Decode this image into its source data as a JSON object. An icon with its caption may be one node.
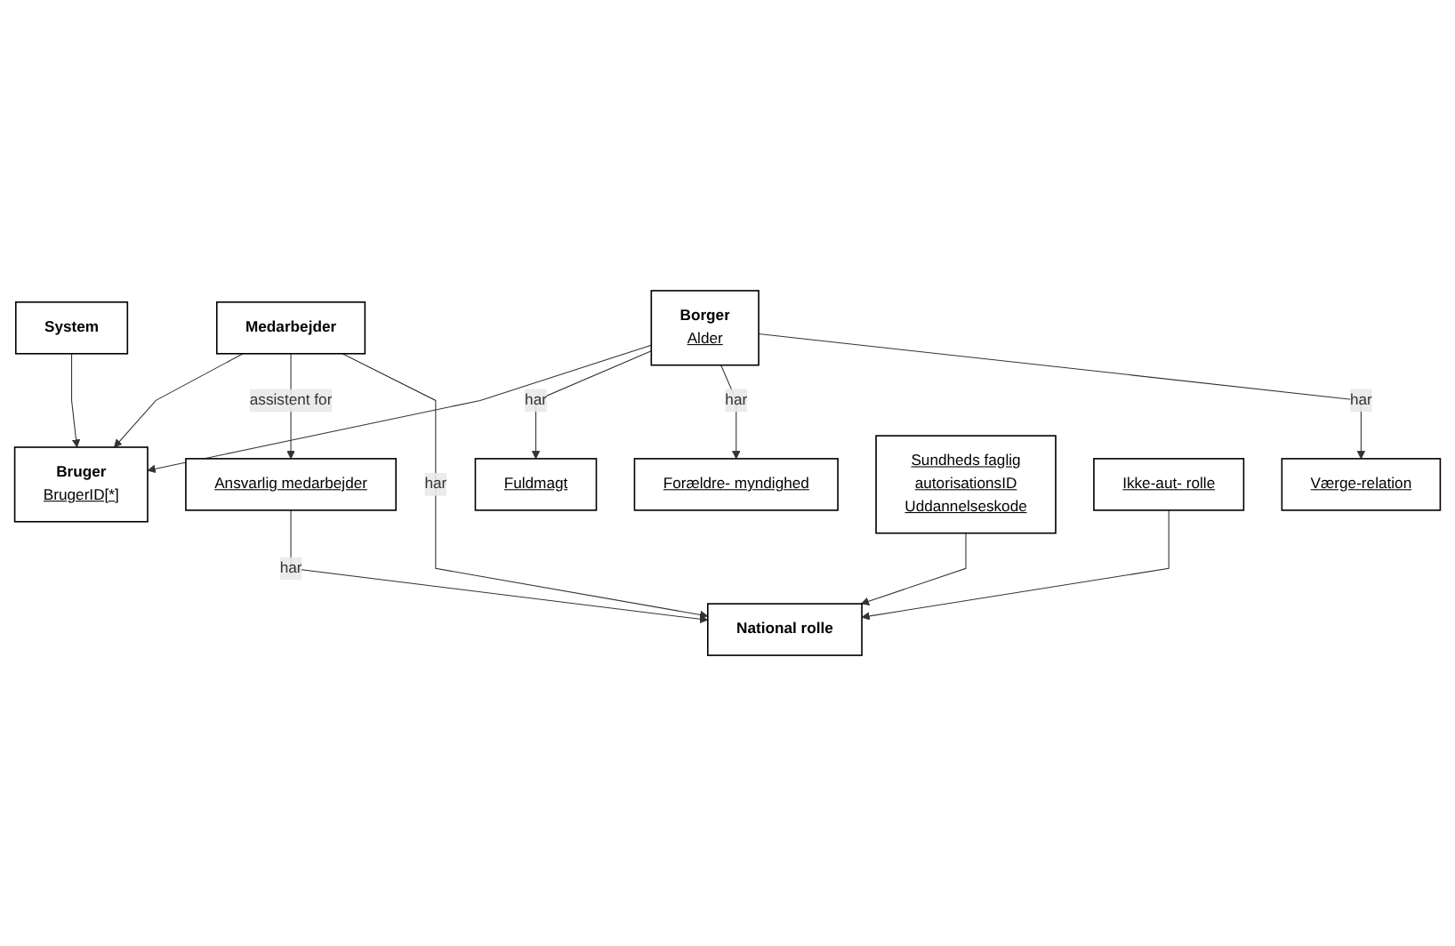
{
  "diagram": {
    "nodes": [
      {
        "text": [
          "Bruger",
          "BrugerID[*]"
        ]
      },
      {
        "text": [
          "Medarbejder"
        ]
      },
      {
        "text": [
          "System"
        ]
      },
      {
        "text": [
          "Borger",
          "Alder"
        ]
      },
      {
        "text": [
          "Ansvarlig medarbejder"
        ]
      },
      {
        "text": [
          "National rolle"
        ]
      },
      {
        "text": [
          "Fuldmagt"
        ]
      },
      {
        "text": [
          "Forældre- myndighed"
        ]
      },
      {
        "text": [
          "Værge-relation"
        ]
      },
      {
        "text": [
          "Sundheds faglig",
          "autorisationsID",
          "Uddannelseskode"
        ]
      },
      {
        "text": [
          "Ikke-aut- rolle"
        ]
      }
    ],
    "edges": [
      {
        "from": 1,
        "to": 0,
        "arrow": "to"
      },
      {
        "from": 2,
        "to": 0,
        "arrow": "to"
      },
      {
        "from": 3,
        "to": 0,
        "arrow": "to"
      },
      {
        "from": 1,
        "to": 4,
        "arrow": "to",
        "label": "assistent for"
      },
      {
        "from": 1,
        "to": 5,
        "arrow": "to",
        "label": "har"
      },
      {
        "from": 4,
        "to": 5,
        "arrow": "to",
        "label": "har"
      },
      {
        "from": 3,
        "to": 6,
        "arrow": "to",
        "label": "har"
      },
      {
        "from": 3,
        "to": 7,
        "arrow": "to",
        "label": "har"
      },
      {
        "from": 3,
        "to": 8,
        "arrow": "to",
        "label": "har"
      },
      {
        "from": 9,
        "to": 5,
        "arrow": "to"
      },
      {
        "from": 10,
        "to": 5,
        "arrow": "to"
      }
    ]
  }
}
